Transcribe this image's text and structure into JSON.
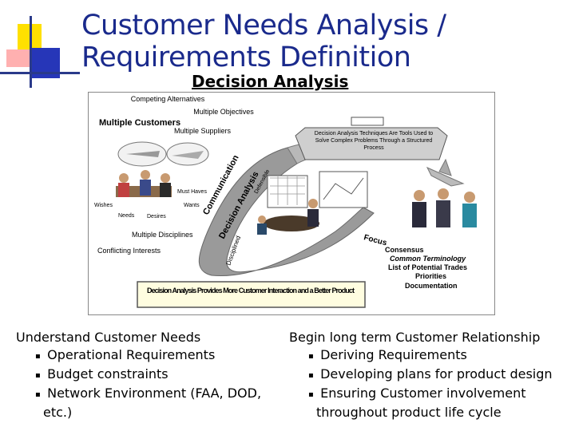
{
  "slide": {
    "title_line1": "Customer Needs Analysis /",
    "title_line2": "Requirements Definition",
    "subtitle": "Decision Analysis"
  },
  "diagram": {
    "competing_alternatives": "Competing Alternatives",
    "multiple_objectives": "Multiple Objectives",
    "multiple_customers": "Multiple Customers",
    "multiple_suppliers": "Multiple Suppliers",
    "must_haves": "Must Haves",
    "wishes": "Wishes",
    "wants": "Wants",
    "needs": "Needs",
    "desires": "Desires",
    "multiple_disciplines": "Multiple Disciplines",
    "conflicting_interests": "Conflicting Interests",
    "communication": "Communication",
    "analysis": "Decision Analysis",
    "defensible": "Defensible",
    "disciplined": "Disciplined",
    "focus": "Focus",
    "toolbox_text": "Decision Analysis Techniques Are Tools Used to Solve Complex Problems Through a Structured Process",
    "consensus": "Consensus",
    "common_terminology": "Common Terminology",
    "potential_trades": "List of Potential Trades",
    "priorities": "Priorities",
    "documentation": "Documentation",
    "banner": "Decision Analysis Provides More Customer Interaction and a Better Product"
  },
  "left_bullets": {
    "heading": "Understand Customer Needs",
    "items": [
      "Operational Requirements",
      "Budget constraints",
      "Network Environment (FAA, DOD,"
    ],
    "continuation": "etc.)"
  },
  "right_bullets": {
    "heading": "Begin long term Customer Relationship",
    "items": [
      "Deriving Requirements",
      "Developing plans for product design",
      "Ensuring Customer involvement"
    ],
    "continuation": "throughout product life cycle"
  },
  "colors": {
    "title": "#1a2a8c",
    "deco_yellow": "#ffe000",
    "deco_blue": "#2636b8",
    "deco_red": "#ff5a5a",
    "ribbon": "#9a9a9a",
    "toolbox": "#cfcfcf",
    "banner_fill": "#fffde0"
  }
}
